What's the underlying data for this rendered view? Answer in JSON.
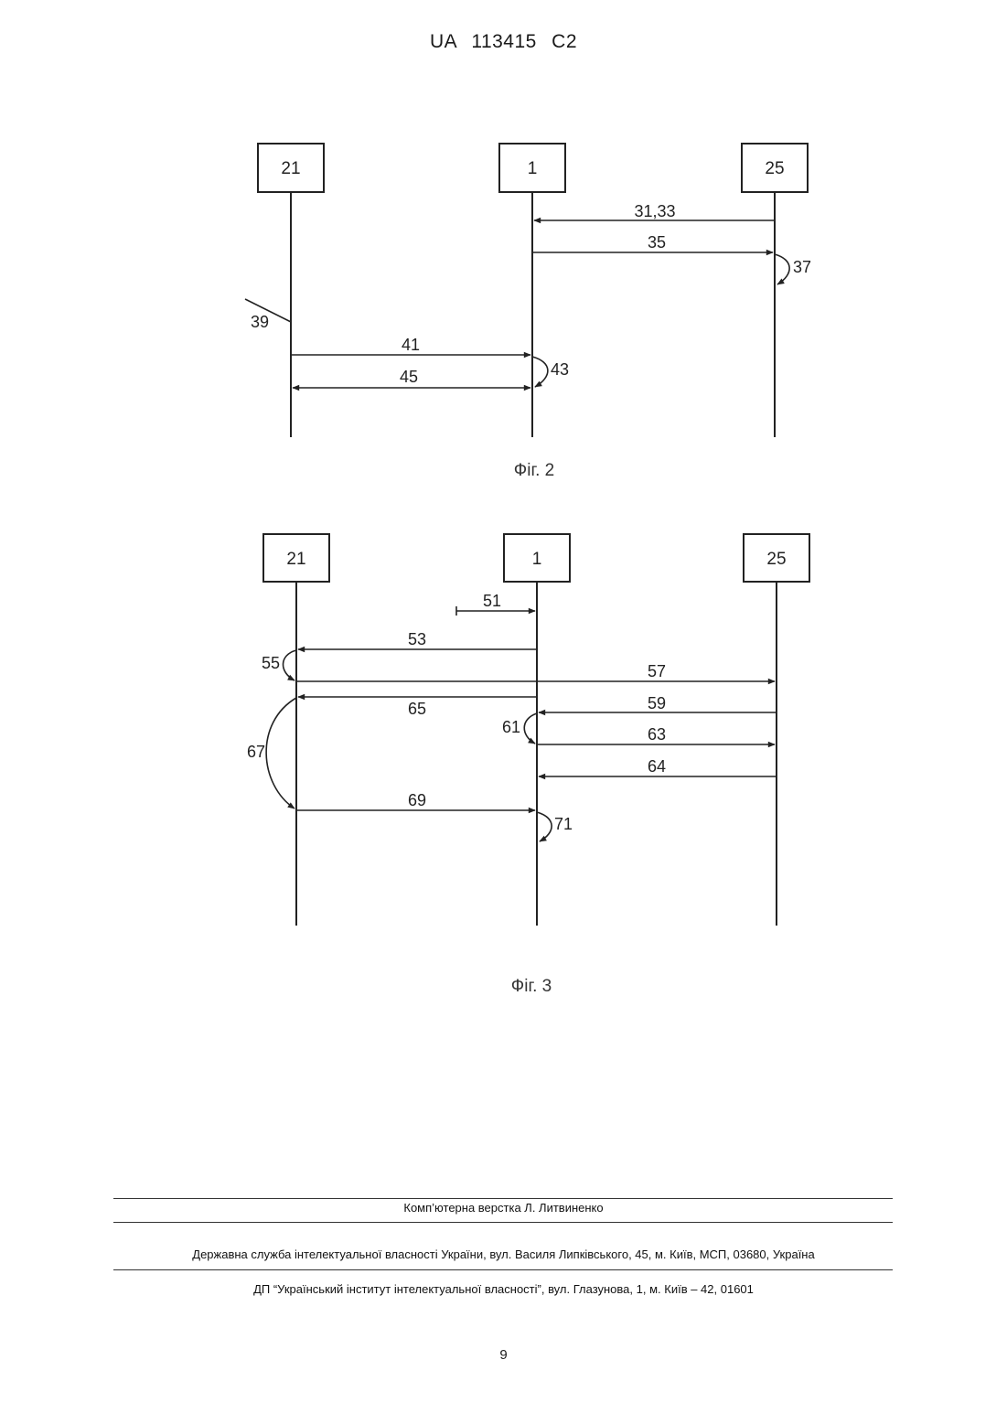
{
  "header": {
    "title": "UA 113415 C2"
  },
  "fig2": {
    "caption": "Фіг. 2",
    "lifelines": [
      "21",
      "1",
      "25"
    ],
    "messages": [
      {
        "id": "31,33",
        "from": "25",
        "to": "1"
      },
      {
        "id": "35",
        "from": "1",
        "to": "25"
      },
      {
        "id": "37",
        "type": "self",
        "on": "25"
      },
      {
        "id": "39",
        "type": "input",
        "on": "21"
      },
      {
        "id": "41",
        "from": "21",
        "to": "1"
      },
      {
        "id": "43",
        "type": "self",
        "on": "1"
      },
      {
        "id": "45",
        "from": "1",
        "to": "21",
        "bidirectional": true
      }
    ]
  },
  "fig3": {
    "caption": "Фіг. 3",
    "lifelines": [
      "21",
      "1",
      "25"
    ],
    "messages": [
      {
        "id": "51",
        "type": "input",
        "on": "1"
      },
      {
        "id": "53",
        "from": "1",
        "to": "21"
      },
      {
        "id": "55",
        "type": "self",
        "on": "21"
      },
      {
        "id": "57",
        "from": "21",
        "to": "25"
      },
      {
        "id": "65",
        "from": "1",
        "to": "21"
      },
      {
        "id": "59",
        "from": "25",
        "to": "1"
      },
      {
        "id": "61",
        "type": "self",
        "on": "1"
      },
      {
        "id": "63",
        "from": "1",
        "to": "25"
      },
      {
        "id": "64",
        "from": "25",
        "to": "1"
      },
      {
        "id": "67",
        "type": "self",
        "on": "21"
      },
      {
        "id": "69",
        "from": "21",
        "to": "1"
      },
      {
        "id": "71",
        "type": "self",
        "on": "1"
      }
    ]
  },
  "footer": {
    "layout": "Комп’ютерна верстка Л. Литвиненко",
    "agency": "Державна служба інтелектуальної власності України, вул. Василя Липківського, 45, м. Київ, МСП, 03680, Україна",
    "institute": "ДП “Український інститут інтелектуальної власності”, вул. Глазунова, 1, м. Київ – 42, 01601",
    "page_number": "9"
  }
}
